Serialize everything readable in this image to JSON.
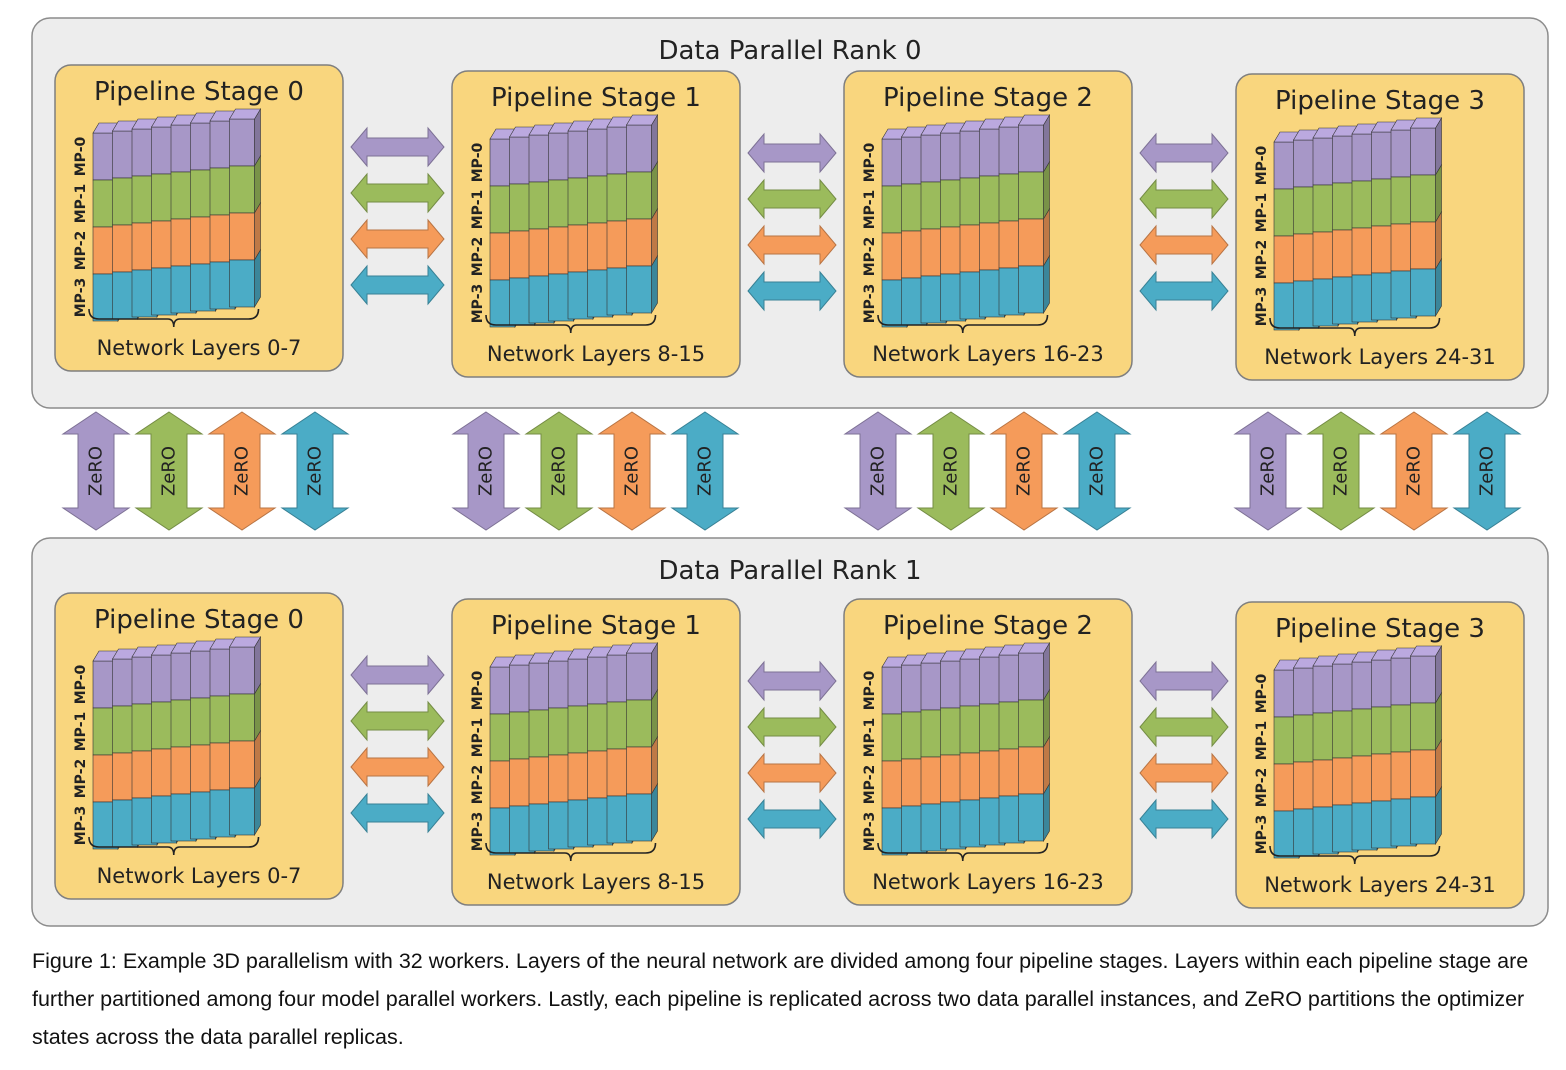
{
  "ranks": [
    {
      "title": "Data Parallel Rank 0"
    },
    {
      "title": "Data Parallel Rank 1"
    }
  ],
  "stages": [
    {
      "title": "Pipeline Stage 0",
      "layers_label": "Network Layers 0-7"
    },
    {
      "title": "Pipeline Stage 1",
      "layers_label": "Network Layers 8-15"
    },
    {
      "title": "Pipeline Stage 2",
      "layers_label": "Network Layers 16-23"
    },
    {
      "title": "Pipeline Stage 3",
      "layers_label": "Network Layers 24-31"
    }
  ],
  "mp_labels": [
    "MP-0",
    "MP-1",
    "MP-2",
    "MP-3"
  ],
  "zero_label": "ZeRO",
  "layers_per_stage": 8,
  "colors": {
    "mp0": "#a797c7",
    "mp1": "#9bbb5c",
    "mp2": "#f59b5a",
    "mp3": "#4bacc6",
    "rank_bg": "#ededed",
    "rank_border": "#8c8c8c",
    "stage_bg": "#f9d67e",
    "stage_border": "#7f7f7f"
  },
  "caption": "Figure 1: Example 3D parallelism with 32 workers. Layers of the neural network are divided among four pipeline stages. Layers within each pipeline stage are further partitioned among four model parallel workers. Lastly, each pipeline is replicated across two data parallel instances, and ZeRO partitions the optimizer states across the data parallel replicas."
}
